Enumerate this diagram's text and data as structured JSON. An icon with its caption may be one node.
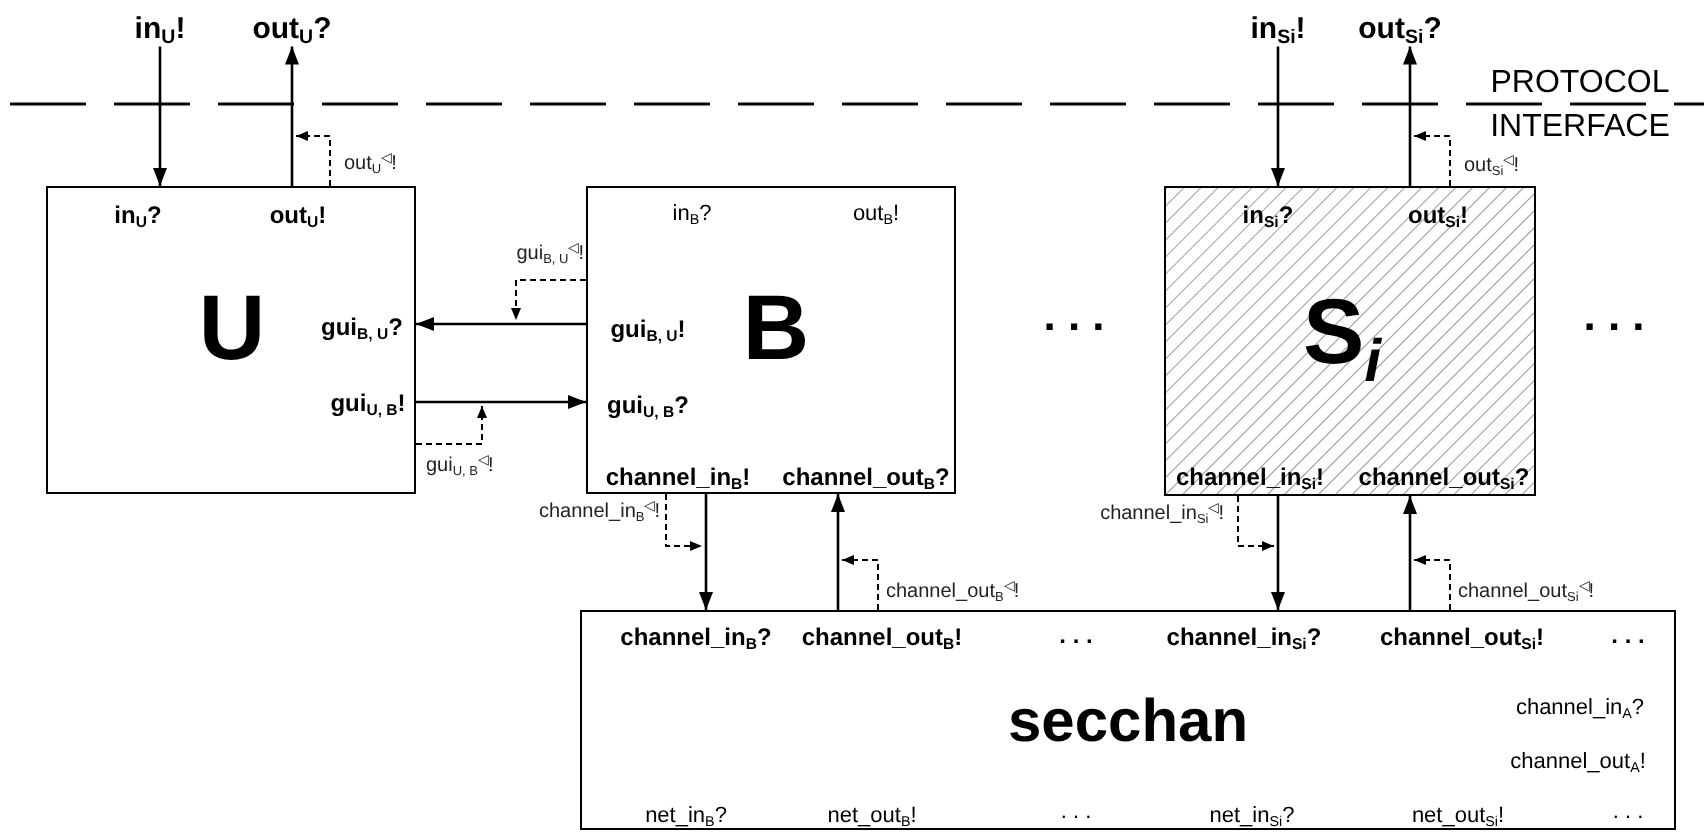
{
  "diagram": {
    "nodes": [
      {
        "text": [
          "in$_{U}$!"
        ]
      },
      {
        "text": [
          "out$_{U}$?"
        ]
      },
      {
        "text": [
          "in$_{Si}$!"
        ]
      },
      {
        "text": [
          "out$_{Si}$?"
        ]
      },
      {
        "text": [
          "in$_{U}$?",
          "out$_{U}$!",
          "U",
          "gui$_{B, U}$?",
          "gui$_{U, B}$!"
        ]
      },
      {
        "text": [
          "in$_{B}$?",
          "out$_{B}$!",
          "gui$_{B, U}$!",
          "B",
          "gui$_{U, B}$?",
          "channel_in$_{B}$!",
          "channel_out$_{B}$?"
        ]
      },
      {
        "text": [
          "in$_{Si}$?",
          "out$_{Si}$!",
          "S$_{i}$",
          "channel_in$_{Si}$!",
          "channel_out$_{Si}$?"
        ]
      },
      {
        "text": [
          "channel_in$_{B}$?",
          "channel_out$_{B}$!",
          ". . .",
          "channel_in$_{Si}$?",
          "channel_out$_{Si}$!",
          ". . .",
          "secchan",
          "channel_in$_{A}$?",
          "channel_out$_{A}$!",
          "net_in$_{B}$?",
          "net_out$_{B}$!",
          ". . .",
          "net_in$_{Si}$?",
          "net_out$_{Si}$!",
          ". . ."
        ]
      }
    ],
    "edges": [
      {
        "from": 0,
        "to": 4,
        "arrow": "to"
      },
      {
        "from": 4,
        "to": 1,
        "arrow": "to"
      },
      {
        "from": 4,
        "to": null,
        "arrow": "to",
        "style": "dashed",
        "label": "out$_{U}$$^{◁}$!"
      },
      {
        "from": 5,
        "to": 4,
        "arrow": "to"
      },
      {
        "from": 5,
        "to": null,
        "arrow": "to",
        "style": "dashed",
        "label": "gui$_{B, U}$$^{◁}$!"
      },
      {
        "from": 4,
        "to": 5,
        "arrow": "to"
      },
      {
        "from": 4,
        "to": null,
        "arrow": "to",
        "style": "dashed",
        "label": "gui$_{U, B}$$^{◁}$!"
      },
      {
        "from": 5,
        "to": 7,
        "arrow": "to"
      },
      {
        "from": 5,
        "to": null,
        "arrow": "to",
        "style": "dashed",
        "label": "channel_in$_{B}$$^{◁}$!"
      },
      {
        "from": 7,
        "to": 5,
        "arrow": "to"
      },
      {
        "from": 7,
        "to": null,
        "arrow": "to",
        "style": "dashed",
        "label": "channel_out$_{B}$$^{◁}$!"
      },
      {
        "from": 2,
        "to": 6,
        "arrow": "to"
      },
      {
        "from": 6,
        "to": 3,
        "arrow": "to"
      },
      {
        "from": 6,
        "to": null,
        "arrow": "to",
        "style": "dashed",
        "label": "out$_{Si}$$^{◁}$!"
      },
      {
        "from": 6,
        "to": 7,
        "arrow": "to"
      },
      {
        "from": 6,
        "to": null,
        "arrow": "to",
        "style": "dashed",
        "label": "channel_in$_{Si}$$^{◁}$!"
      },
      {
        "from": 7,
        "to": 6,
        "arrow": "to"
      },
      {
        "from": 7,
        "to": null,
        "arrow": "to",
        "style": "dashed",
        "label": "channel_out$_{Si}$$^{◁}$!"
      }
    ],
    "labels": [
      "PROTOCOL",
      "INTERFACE",
      ". . .",
      ". . ."
    ]
  }
}
